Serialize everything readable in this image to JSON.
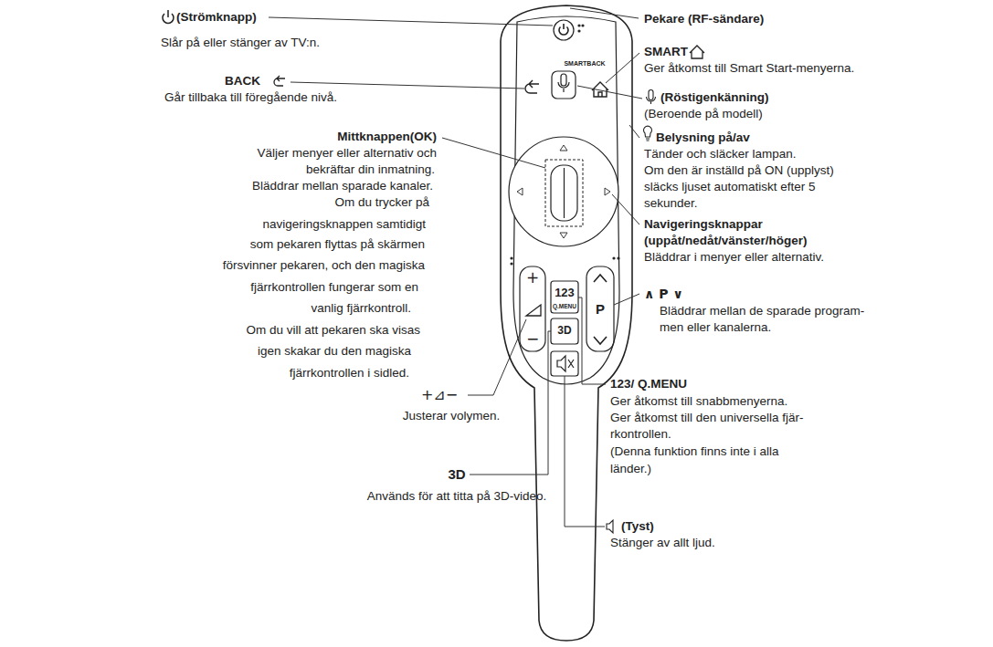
{
  "diagram": {
    "labels": [
      "(Strömknapp)",
      "Slår på eller stänger av TV:n.",
      "BACK",
      "Går tillbaka till föregående nivå.",
      "Mittknappen(OK)",
      "Väljer menyer eller alternativ och",
      "bekräftar din inmatning.",
      "Bläddrar mellan sparade kanaler.",
      "Om du trycker på",
      "navigeringsknappen samtidigt",
      "som pekaren flyttas på skärmen",
      "försvinner pekaren, och den magiska",
      "fjärrkontrollen fungerar som en",
      "vanlig fjärrkontroll.",
      "Om du vill att pekaren ska visas",
      "igen skakar du den magiska",
      "fjärrkontrollen i sidled.",
      "+⊿−",
      "Justerar volymen.",
      "3D",
      "Används för att titta på 3D-video.",
      "Pekare (RF-sändare)",
      "SMART",
      "Ger åtkomst till Smart Start-menyerna.",
      "(Röstigenkänning)",
      "(Beroende på modell)",
      "Belysning på/av",
      "Tänder och släcker lampan.",
      "Om den är inställd på ON (upplyst)",
      "släcks ljuset automatiskt efter 5",
      "sekunder.",
      "Navigeringsknappar",
      "(uppåt/nedåt/vänster/höger)",
      "Bläddrar i menyer eller alternativ.",
      "∧ P ∨",
      "Bläddrar mellan de sparade program-",
      "men eller kanalerna.",
      "123/ Q.MENU",
      "Ger åtkomst till snabbmenyerna.",
      "Ger åtkomst till den universella fjär-",
      "rkontrollen.",
      "(Denna funktion finns inte i alla",
      "länder.)",
      "(Tyst)",
      "Stänger av allt ljud.",
      "SMARTBACK",
      "123",
      "Q.MENU",
      "+",
      "−",
      "P",
      "3D"
    ]
  }
}
